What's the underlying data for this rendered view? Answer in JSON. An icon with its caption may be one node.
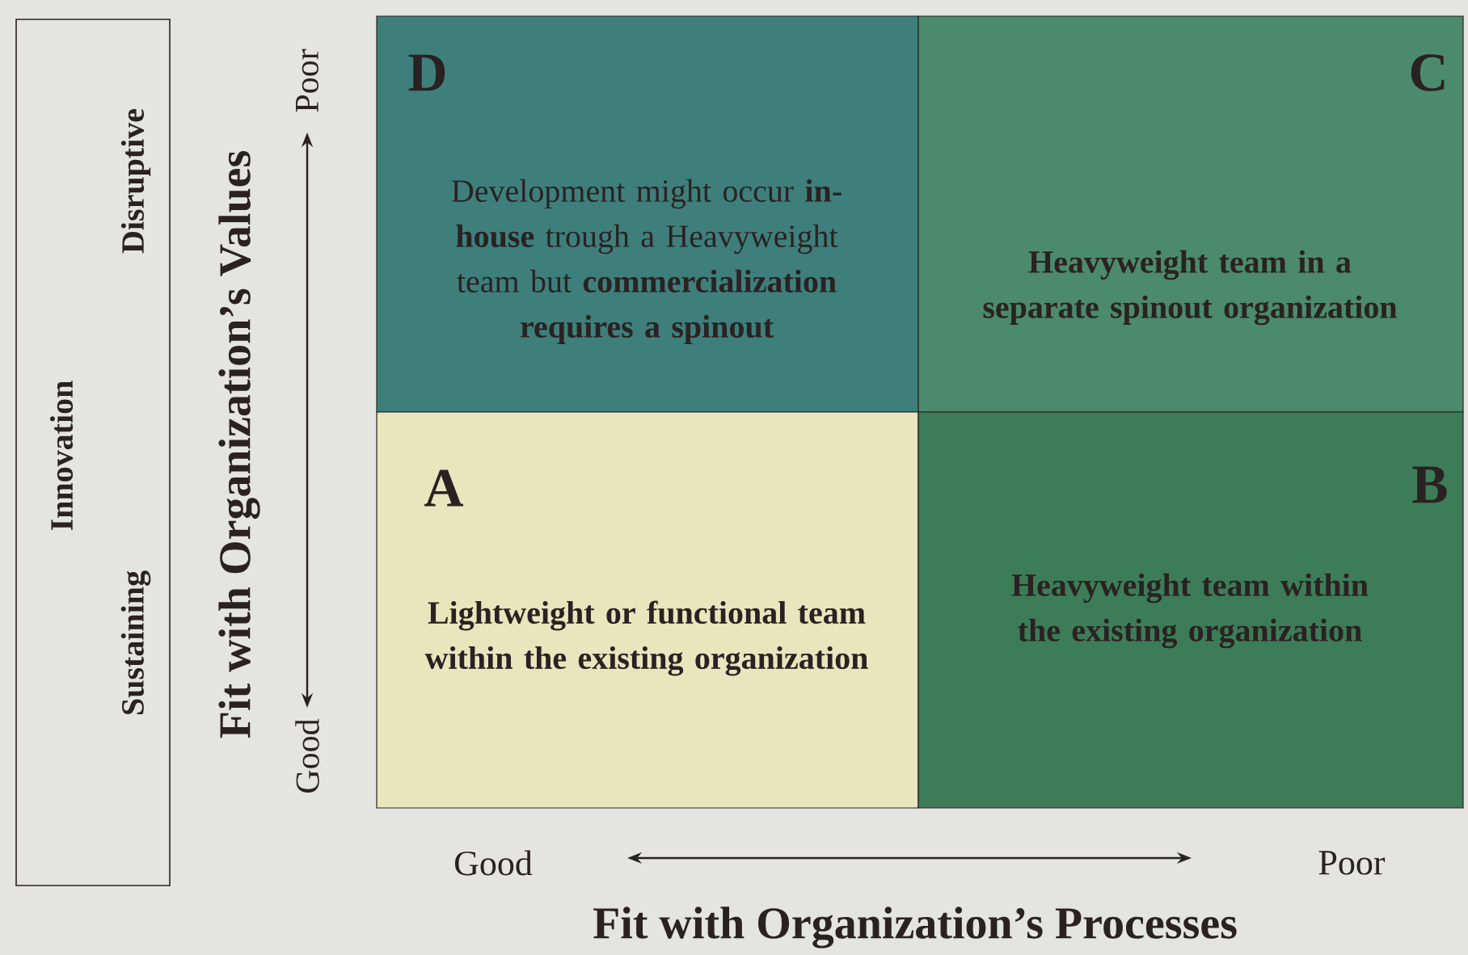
{
  "diagram": {
    "nodes": [
      {
        "text": [
          "Innovation",
          "Sustaining",
          "Disruptive"
        ]
      },
      {
        "text": [
          "D",
          "Development might occur **in-house** trough a Heavyweight team but **commercialization requires a spinout**"
        ]
      },
      {
        "text": [
          "C",
          "Heavyweight team in a separate spinout organization"
        ]
      },
      {
        "text": [
          "A",
          "Lightweight or functional team within the existing organization"
        ]
      },
      {
        "text": [
          "B",
          "Heavyweight team within the existing organization"
        ]
      }
    ],
    "labels": [
      "Fit with Organization’s Values",
      "Poor",
      "Good",
      "Good",
      "Poor",
      "Fit with Organization’s Processes"
    ]
  }
}
